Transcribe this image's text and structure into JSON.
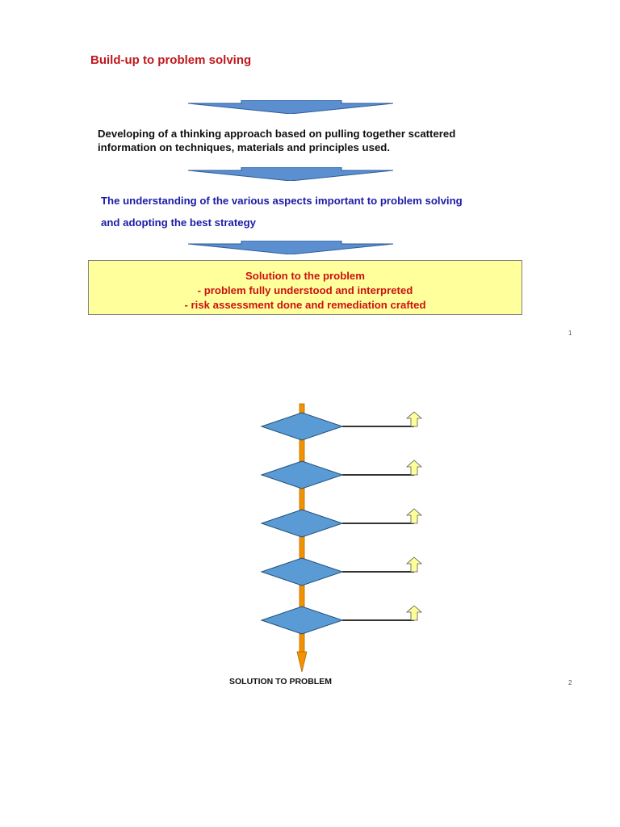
{
  "slide1": {
    "title": "Build-up to problem solving",
    "step_thinking": {
      "line1": "Developing of a thinking approach based on pulling together scattered",
      "line2": "information on techniques, materials and principles used."
    },
    "step_understanding": {
      "line1": "The understanding of the various aspects important to problem solving",
      "line2": "and adopting the best strategy"
    },
    "solution": {
      "line1": "Solution to the problem",
      "line2": "- problem fully understood and interpreted",
      "line3": "- risk assessment done and remediation crafted"
    },
    "page_number": "1"
  },
  "slide2": {
    "caption": "SOLUTION TO PROBLEM",
    "decision_count": 5,
    "page_number": "2"
  },
  "colors": {
    "title_red": "#c0181c",
    "understanding_blue": "#1c1ca8",
    "solution_red": "#cc1111",
    "solution_box_fill": "#ffff9c",
    "arrow_blue": "#5b8fd0",
    "diamond_blue": "#5b9bd5",
    "spine_orange": "#f39200",
    "small_arrow_yellow": "#ffff99"
  },
  "icons": {
    "flow_arrow": "down-arrow-icon",
    "decision": "diamond-icon",
    "branch_arrow": "up-arrow-icon"
  }
}
